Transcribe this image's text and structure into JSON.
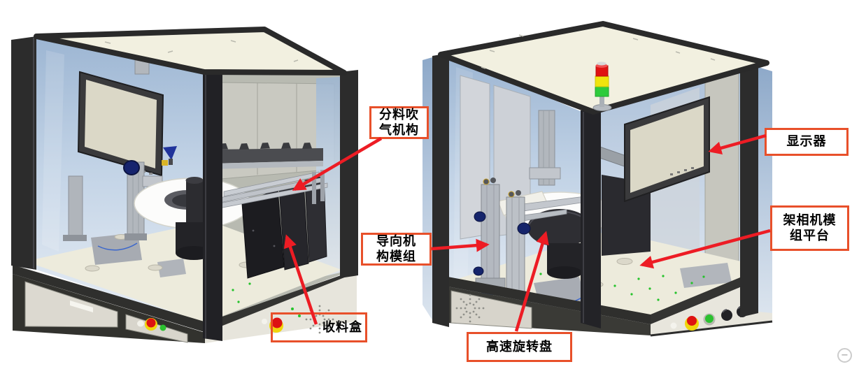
{
  "figure": {
    "callouts": [
      {
        "id": "blow-mechanism",
        "label": "分料吹气机构",
        "lines": [
          "分料吹",
          "气机构"
        ]
      },
      {
        "id": "guide-module",
        "label": "导向机构模组",
        "lines": [
          "导向机",
          "构模组"
        ]
      },
      {
        "id": "collection-box",
        "label": "收料盒",
        "lines": [
          "收料盒"
        ]
      },
      {
        "id": "high-speed-rotary-disk",
        "label": "高速旋转盘",
        "lines": [
          "高速旋转盘"
        ]
      },
      {
        "id": "monitor",
        "label": "显示器",
        "lines": [
          "显示器"
        ]
      },
      {
        "id": "camera-mount-platform",
        "label": "架相机模组平台",
        "lines": [
          "架相机模",
          "组平台"
        ]
      }
    ],
    "colors": {
      "callout_border": "#e8502a",
      "arrow_red": "#ed1c24",
      "frame_dark": "#2c2c2c",
      "top_ivory": "#f2f0e0",
      "glass_blue": "#a9bed8",
      "table_cream": "#edebdc",
      "disk_white": "#fcfcfb",
      "tower_red": "#e01212",
      "tower_yellow": "#efe40e",
      "tower_green": "#2ecb3c",
      "estop_red": "#dd1212",
      "estop_yellow": "#f0d50c"
    }
  },
  "ui": {
    "collapse_glyph": "−"
  }
}
